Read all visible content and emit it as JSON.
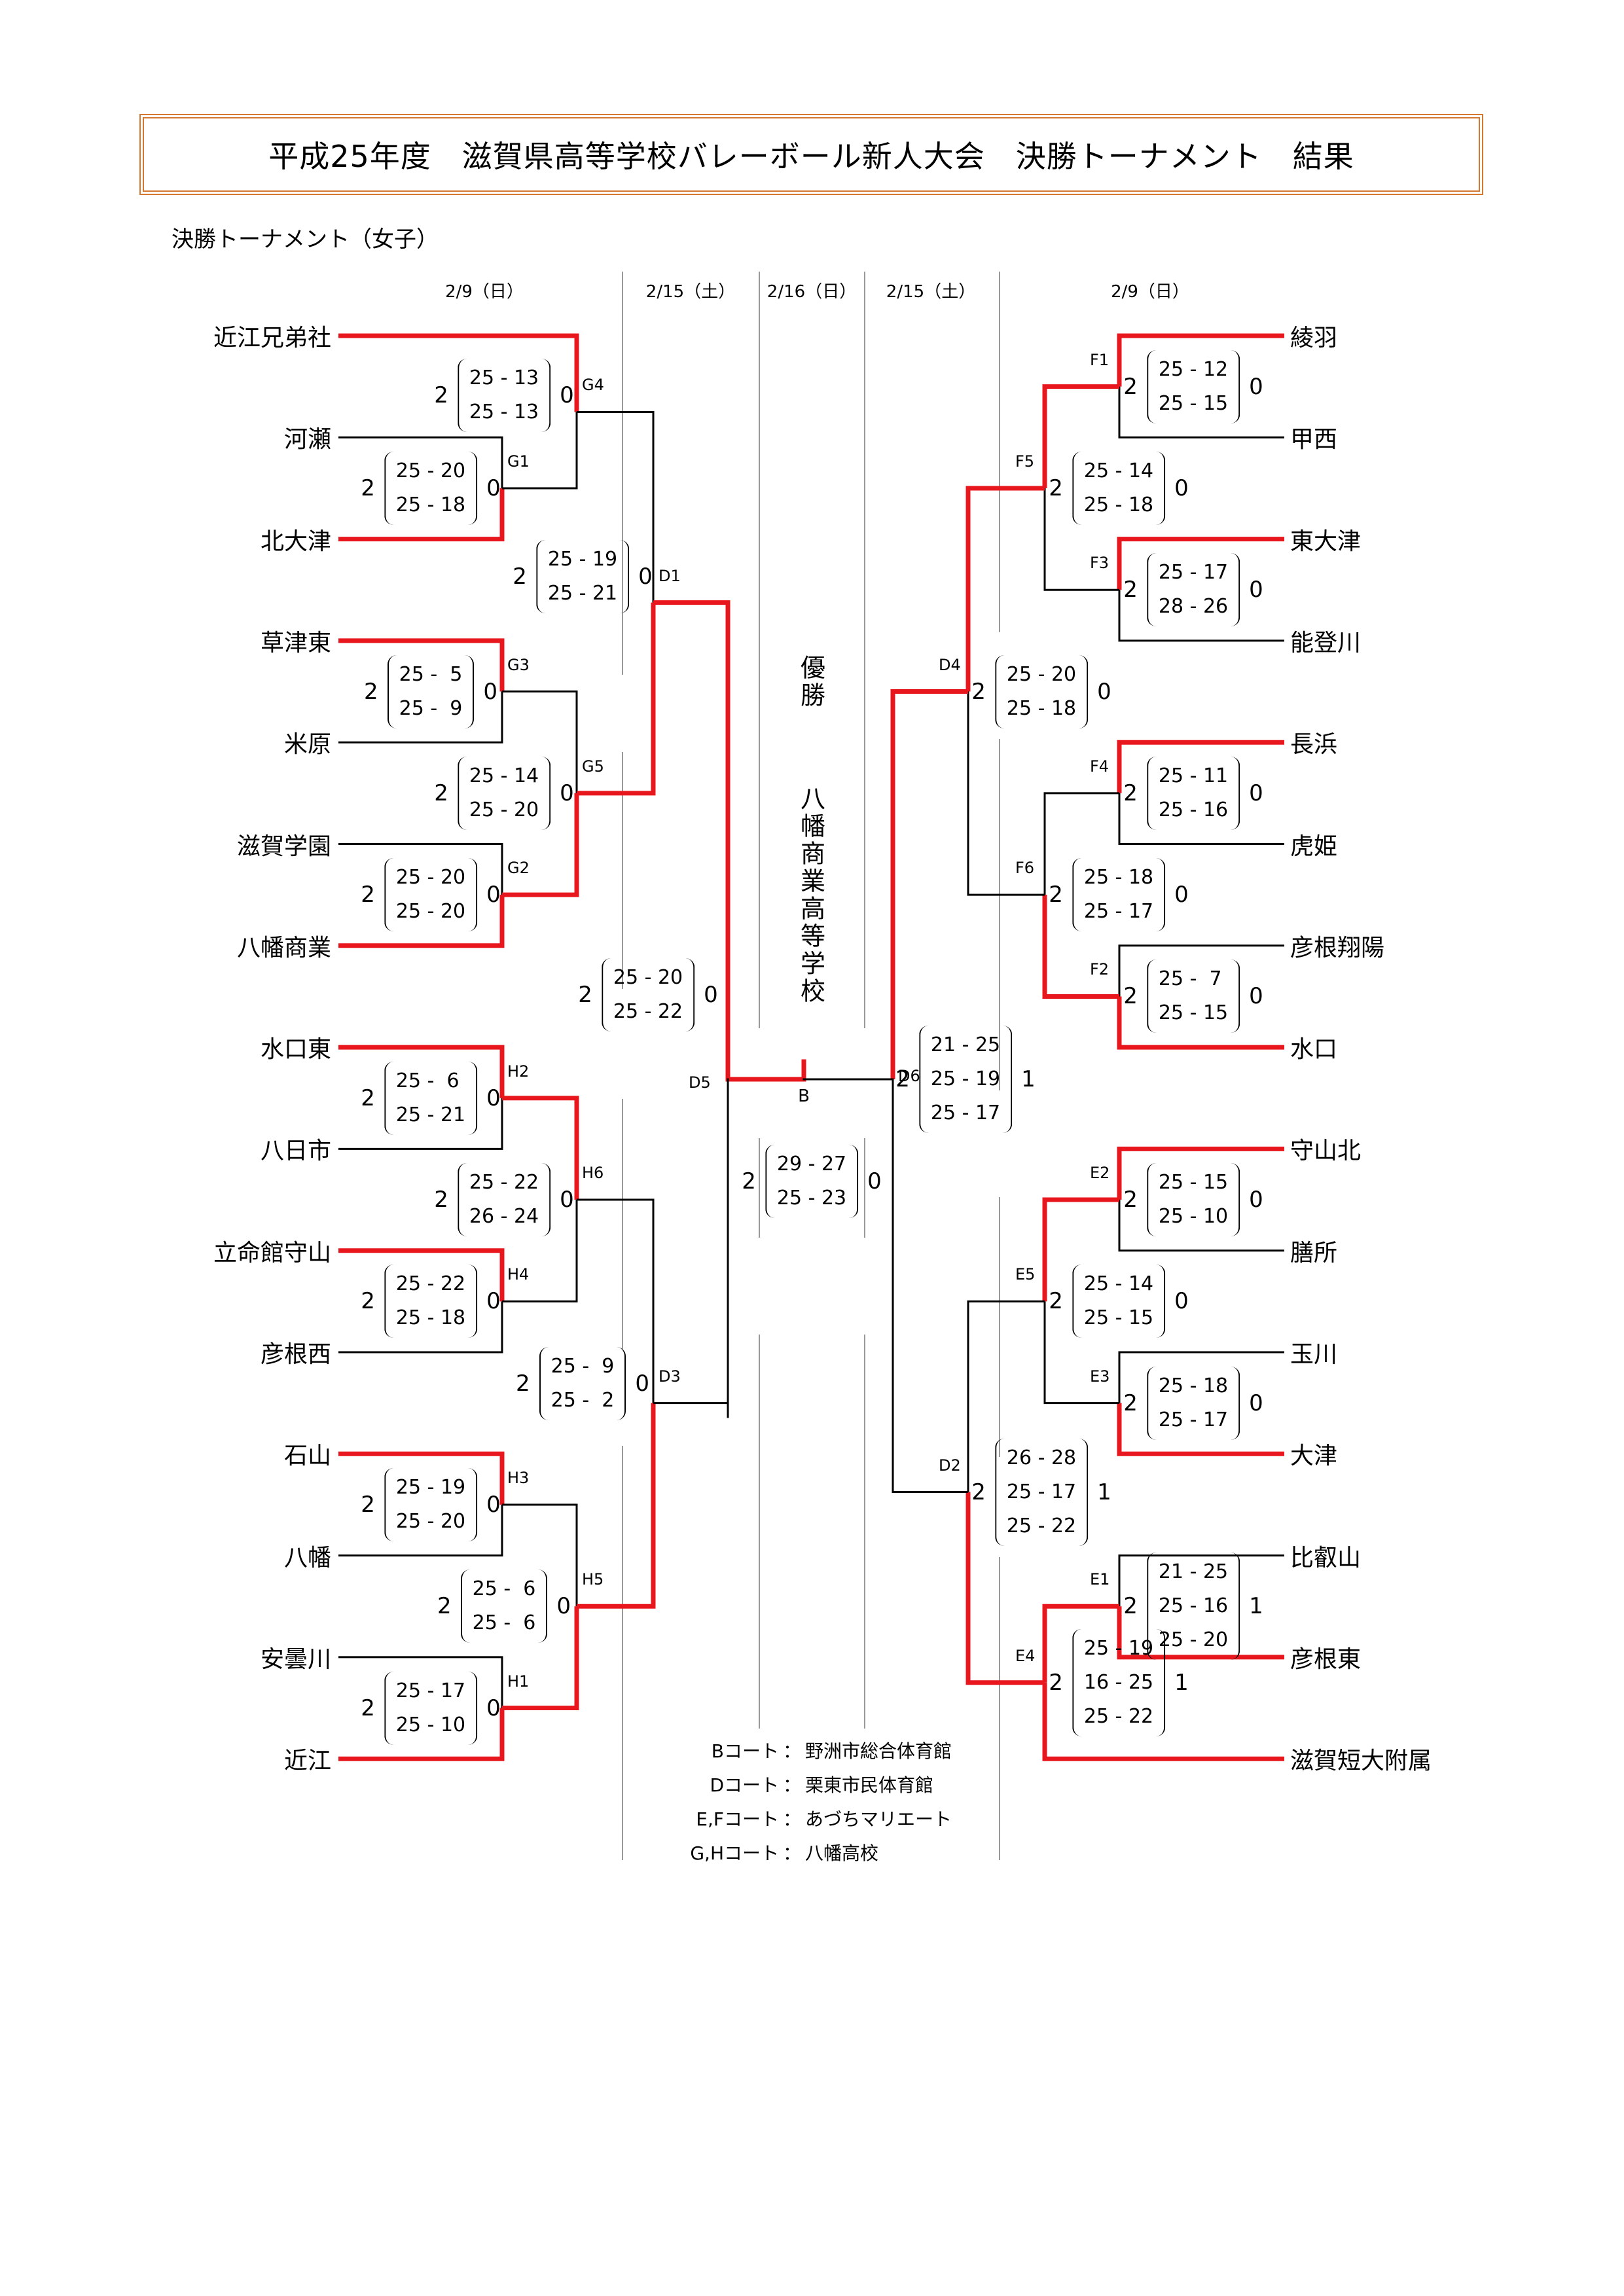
{
  "title": "平成25年度　滋賀県高等学校バレーボール新人大会　決勝トーナメント　結果",
  "subtitle": "決勝トーナメント（女子）",
  "dates": [
    "2/9（日）",
    "2/15（土）",
    "2/16（日）",
    "2/15（土）",
    "2/9（日）"
  ],
  "colors": {
    "winner_line": "#E8171D",
    "loser_line": "#000000",
    "divider": "#999999",
    "title_border": "#D4782F"
  },
  "left_teams": [
    "近江兄弟社",
    "河瀬",
    "北大津",
    "草津東",
    "米原",
    "滋賀学園",
    "八幡商業",
    "水口東",
    "八日市",
    "立命館守山",
    "彦根西",
    "石山",
    "八幡",
    "安曇川",
    "近江"
  ],
  "right_teams": [
    "綾羽",
    "甲西",
    "東大津",
    "能登川",
    "長浜",
    "虎姫",
    "彦根翔陽",
    "水口",
    "守山北",
    "膳所",
    "玉川",
    "大津",
    "比叡山",
    "彦根東",
    "滋賀短大附属"
  ],
  "matches": [
    {
      "id": "G1",
      "sets_w": "2",
      "sets_l": "0",
      "games": [
        "25 - 20",
        "25 - 18"
      ]
    },
    {
      "id": "G4",
      "sets_w": "2",
      "sets_l": "0",
      "games": [
        "25 - 13",
        "25 - 13"
      ]
    },
    {
      "id": "G3",
      "sets_w": "2",
      "sets_l": "0",
      "games": [
        "25 -  5",
        "25 -  9"
      ]
    },
    {
      "id": "G2",
      "sets_w": "2",
      "sets_l": "0",
      "games": [
        "25 - 20",
        "25 - 20"
      ]
    },
    {
      "id": "G5",
      "sets_w": "2",
      "sets_l": "0",
      "games": [
        "25 - 14",
        "25 - 20"
      ]
    },
    {
      "id": "D1",
      "sets_w": "2",
      "sets_l": "0",
      "games": [
        "25 - 19",
        "25 - 21"
      ]
    },
    {
      "id": "H2",
      "sets_w": "2",
      "sets_l": "0",
      "games": [
        "25 -  6",
        "25 - 21"
      ]
    },
    {
      "id": "H4",
      "sets_w": "2",
      "sets_l": "0",
      "games": [
        "25 - 22",
        "25 - 18"
      ]
    },
    {
      "id": "H6",
      "sets_w": "2",
      "sets_l": "0",
      "games": [
        "25 - 22",
        "26 - 24"
      ]
    },
    {
      "id": "H3",
      "sets_w": "2",
      "sets_l": "0",
      "games": [
        "25 - 19",
        "25 - 20"
      ]
    },
    {
      "id": "H1",
      "sets_w": "2",
      "sets_l": "0",
      "games": [
        "25 - 17",
        "25 - 10"
      ]
    },
    {
      "id": "H5",
      "sets_w": "2",
      "sets_l": "0",
      "games": [
        "25 -  6",
        "25 -  6"
      ]
    },
    {
      "id": "D3",
      "sets_w": "2",
      "sets_l": "0",
      "games": [
        "25 -  9",
        "25 -  2"
      ]
    },
    {
      "id": "D5",
      "sets_w": "2",
      "sets_l": "0",
      "games": [
        "25 - 20",
        "25 - 22"
      ]
    },
    {
      "id": "B",
      "sets_w": "2",
      "sets_l": "0",
      "games": [
        "29 - 27",
        "25 - 23"
      ]
    },
    {
      "id": "F1",
      "sets_w": "2",
      "sets_l": "0",
      "games": [
        "25 - 12",
        "25 - 15"
      ]
    },
    {
      "id": "F3",
      "sets_w": "2",
      "sets_l": "0",
      "games": [
        "25 - 17",
        "28 - 26"
      ]
    },
    {
      "id": "F5",
      "sets_w": "2",
      "sets_l": "0",
      "games": [
        "25 - 14",
        "25 - 18"
      ]
    },
    {
      "id": "F4",
      "sets_w": "2",
      "sets_l": "0",
      "games": [
        "25 - 11",
        "25 - 16"
      ]
    },
    {
      "id": "F2",
      "sets_w": "2",
      "sets_l": "0",
      "games": [
        "25 -  7",
        "25 - 15"
      ]
    },
    {
      "id": "F6",
      "sets_w": "2",
      "sets_l": "0",
      "games": [
        "25 - 18",
        "25 - 17"
      ]
    },
    {
      "id": "D4",
      "sets_w": "2",
      "sets_l": "0",
      "games": [
        "25 - 20",
        "25 - 18"
      ]
    },
    {
      "id": "D6",
      "sets_w": "2",
      "sets_l": "1",
      "games": [
        "21 - 25",
        "25 - 19",
        "25 - 17"
      ]
    },
    {
      "id": "E2",
      "sets_w": "2",
      "sets_l": "0",
      "games": [
        "25 - 15",
        "25 - 10"
      ]
    },
    {
      "id": "E3",
      "sets_w": "2",
      "sets_l": "0",
      "games": [
        "25 - 18",
        "25 - 17"
      ]
    },
    {
      "id": "E5",
      "sets_w": "2",
      "sets_l": "0",
      "games": [
        "25 - 14",
        "25 - 15"
      ]
    },
    {
      "id": "E1",
      "sets_w": "2",
      "sets_l": "1",
      "games": [
        "21 - 25",
        "25 - 16",
        "25 - 20"
      ]
    },
    {
      "id": "E4",
      "sets_w": "2",
      "sets_l": "1",
      "games": [
        "25 - 19",
        "16 - 25",
        "25 - 22"
      ]
    },
    {
      "id": "D2",
      "sets_w": "2",
      "sets_l": "1",
      "games": [
        "26 - 28",
        "25 - 17",
        "25 - 22"
      ]
    }
  ],
  "champion": {
    "label": "優勝",
    "team": "八幡商業高等学校"
  },
  "final_court": "B",
  "legend": [
    {
      "court": "Bコート",
      "venue": "野洲市総合体育館"
    },
    {
      "court": "Dコート",
      "venue": "栗東市民体育館"
    },
    {
      "court": "E,Fコート",
      "venue": "あづちマリエート"
    },
    {
      "court": "G,Hコート",
      "venue": "八幡高校"
    }
  ],
  "legend_sep": "："
}
